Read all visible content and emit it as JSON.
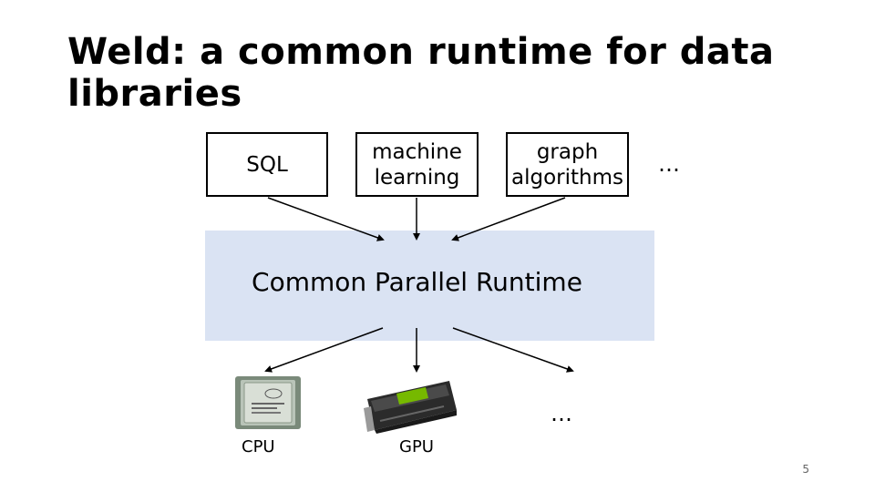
{
  "slide": {
    "title": "Weld: a common runtime for data libraries",
    "page_number": "5"
  },
  "libraries": {
    "sql": "SQL",
    "ml": "machine learning",
    "graph": "graph algorithms",
    "more": "…"
  },
  "runtime": {
    "label": "Common Parallel Runtime"
  },
  "hardware": {
    "cpu": "CPU",
    "gpu": "GPU",
    "more": "…"
  },
  "colors": {
    "runtime_fill": "#dae3f3",
    "gpu_accent": "#76b900"
  },
  "icons": [
    "cpu-chip-icon",
    "gpu-card-icon"
  ]
}
